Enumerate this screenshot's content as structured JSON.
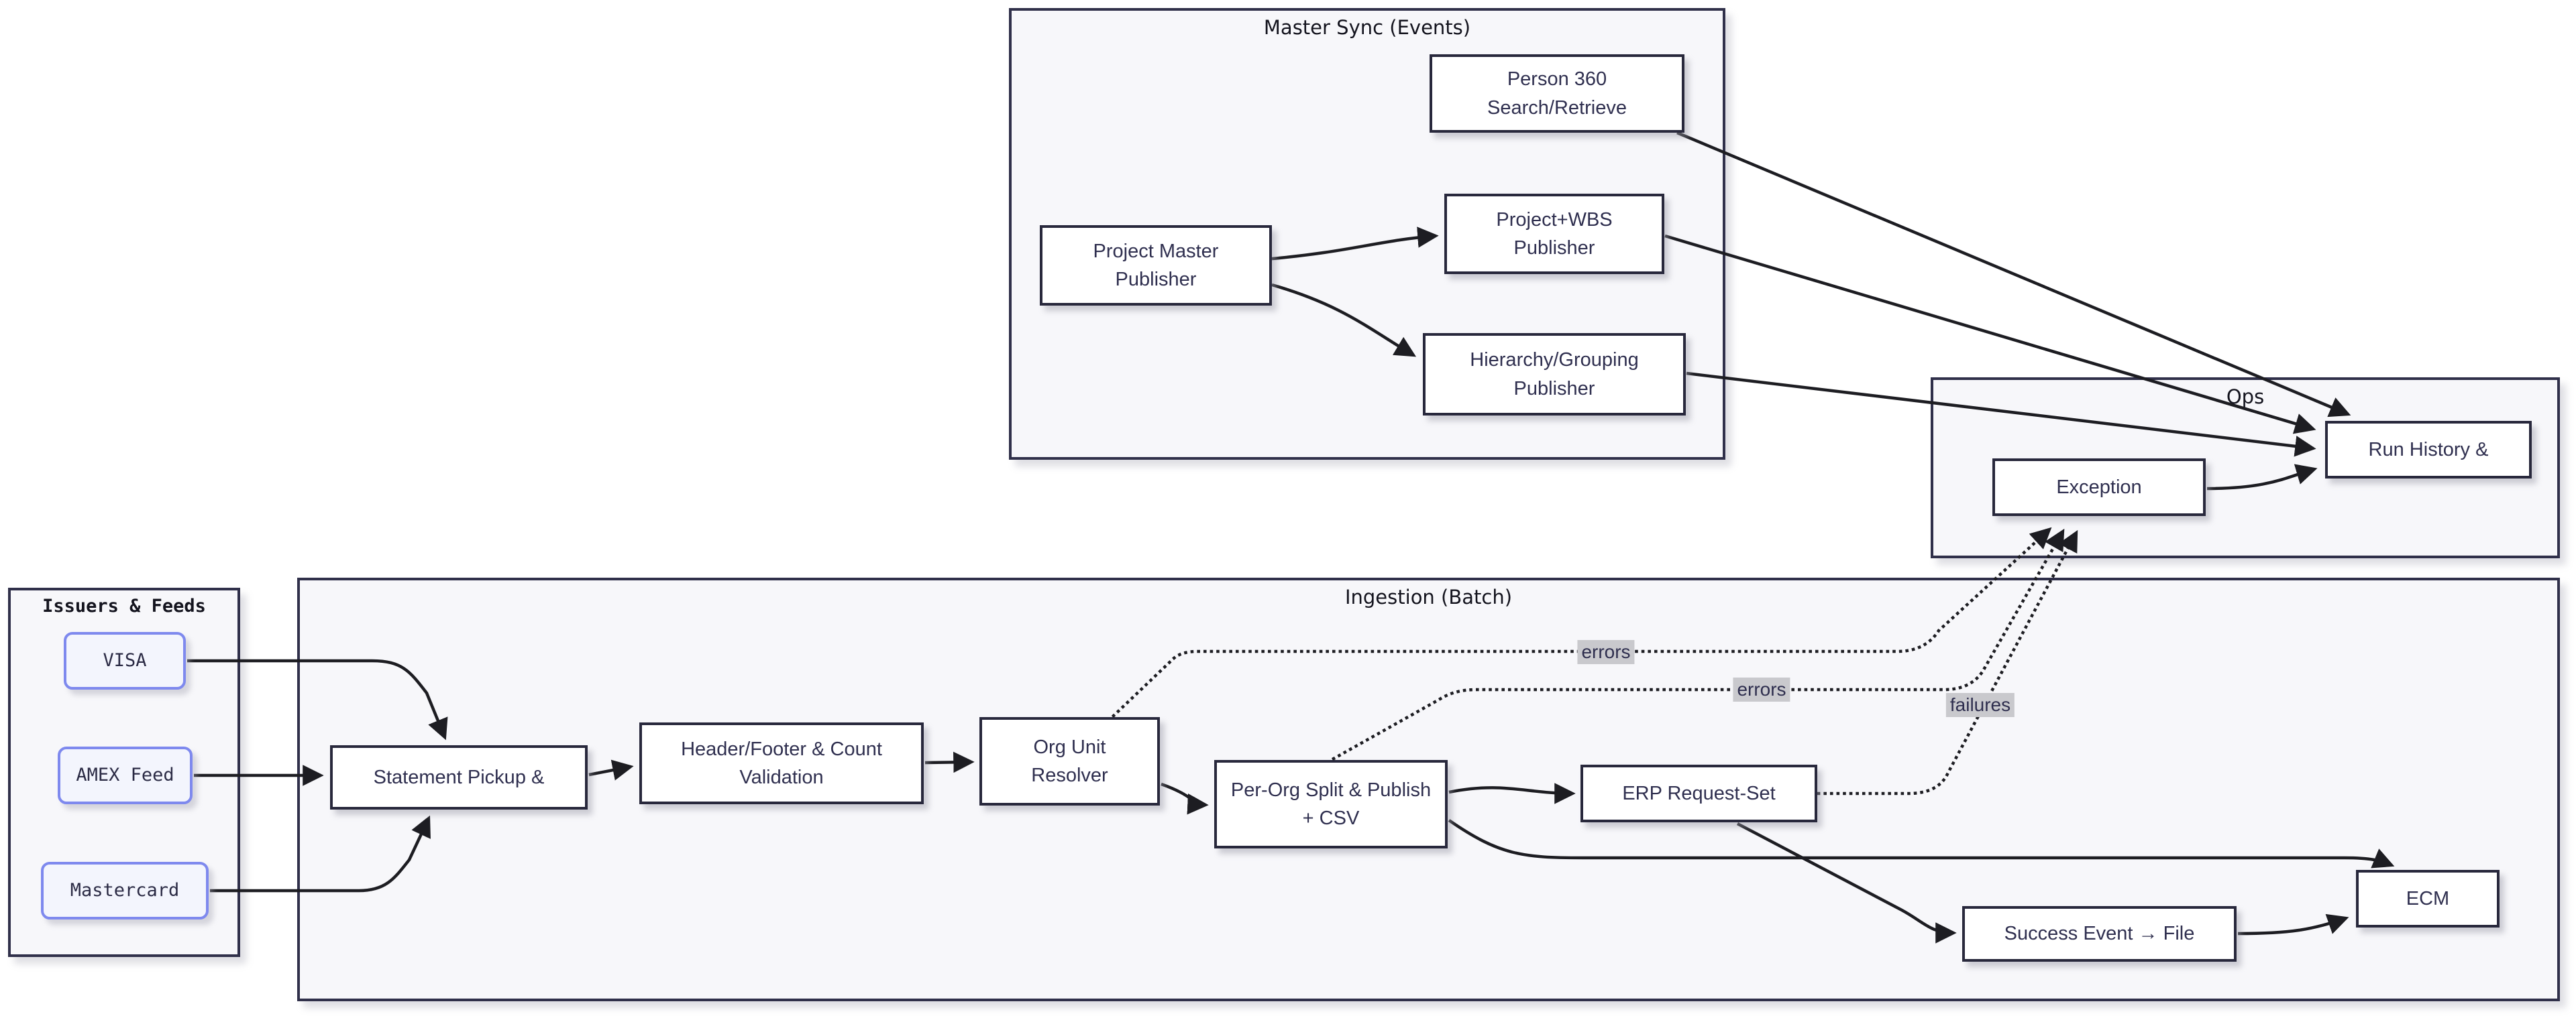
{
  "diagram_type": "flowchart",
  "clusters": {
    "master_sync": {
      "title": "Master Sync (Events)"
    },
    "ops": {
      "title": "Ops"
    },
    "issuers": {
      "title": "Issuers & Feeds"
    },
    "ingestion": {
      "title": "Ingestion (Batch)"
    }
  },
  "nodes": {
    "person360": {
      "label": "Person 360\nSearch/Retrieve",
      "cluster": "master_sync"
    },
    "project_master": {
      "label": "Project Master\nPublisher",
      "cluster": "master_sync"
    },
    "project_wbs": {
      "label": "Project+WBS\nPublisher",
      "cluster": "master_sync"
    },
    "hierarchy": {
      "label": "Hierarchy/Grouping\nPublisher",
      "cluster": "master_sync"
    },
    "exception": {
      "label": "Exception",
      "cluster": "ops"
    },
    "run_history": {
      "label": "Run History &",
      "cluster": "ops"
    },
    "visa": {
      "label": "VISA",
      "cluster": "issuers"
    },
    "amex": {
      "label": "AMEX Feed",
      "cluster": "issuers"
    },
    "mastercard": {
      "label": "Mastercard",
      "cluster": "issuers"
    },
    "pickup": {
      "label": "Statement Pickup &",
      "cluster": "ingestion"
    },
    "header_footer": {
      "label": "Header/Footer & Count\nValidation",
      "cluster": "ingestion"
    },
    "org_unit": {
      "label": "Org Unit\nResolver",
      "cluster": "ingestion"
    },
    "per_org": {
      "label": "Per-Org Split & Publish\n+ CSV",
      "cluster": "ingestion"
    },
    "erp": {
      "label": "ERP Request-Set",
      "cluster": "ingestion"
    },
    "success_event": {
      "label": "Success Event → File",
      "cluster": "ingestion"
    },
    "ecm": {
      "label": "ECM",
      "cluster": "ingestion"
    }
  },
  "edges": [
    {
      "from": "project_master",
      "to": "project_wbs",
      "style": "solid",
      "label": ""
    },
    {
      "from": "project_master",
      "to": "hierarchy",
      "style": "solid",
      "label": ""
    },
    {
      "from": "person360",
      "to": "run_history",
      "style": "solid",
      "label": ""
    },
    {
      "from": "project_wbs",
      "to": "run_history",
      "style": "solid",
      "label": ""
    },
    {
      "from": "hierarchy",
      "to": "run_history",
      "style": "solid",
      "label": ""
    },
    {
      "from": "exception",
      "to": "run_history",
      "style": "solid",
      "label": ""
    },
    {
      "from": "visa",
      "to": "pickup",
      "style": "solid",
      "label": ""
    },
    {
      "from": "amex",
      "to": "pickup",
      "style": "solid",
      "label": ""
    },
    {
      "from": "mastercard",
      "to": "pickup",
      "style": "solid",
      "label": ""
    },
    {
      "from": "pickup",
      "to": "header_footer",
      "style": "solid",
      "label": ""
    },
    {
      "from": "header_footer",
      "to": "org_unit",
      "style": "solid",
      "label": ""
    },
    {
      "from": "org_unit",
      "to": "per_org",
      "style": "solid",
      "label": ""
    },
    {
      "from": "per_org",
      "to": "erp",
      "style": "solid",
      "label": ""
    },
    {
      "from": "per_org",
      "to": "ecm",
      "style": "solid",
      "label": ""
    },
    {
      "from": "erp",
      "to": "success_event",
      "style": "solid",
      "label": ""
    },
    {
      "from": "success_event",
      "to": "ecm",
      "style": "solid",
      "label": ""
    },
    {
      "from": "org_unit",
      "to": "exception",
      "style": "dotted",
      "label": "errors"
    },
    {
      "from": "per_org",
      "to": "exception",
      "style": "dotted",
      "label": "errors"
    },
    {
      "from": "erp",
      "to": "exception",
      "style": "dotted",
      "label": "failures"
    }
  ],
  "edge_labels": {
    "errors_org_unit": "errors",
    "errors_per_org": "errors",
    "failures_erp": "failures"
  },
  "colors": {
    "canvas_bg": "#ffffff",
    "cluster_fill": "#f7f7fa",
    "cluster_border": "#30304a",
    "node_fill": "#ffffff",
    "node_border": "#28283c",
    "node_text": "#2f2f4f",
    "issuer_node_fill": "#f3f5fd",
    "issuer_node_border": "#7e89ee",
    "edge_stroke": "#1d1d22",
    "edge_label_bg": "#c9c9cd",
    "edge_label_text": "#2e2e4e"
  }
}
